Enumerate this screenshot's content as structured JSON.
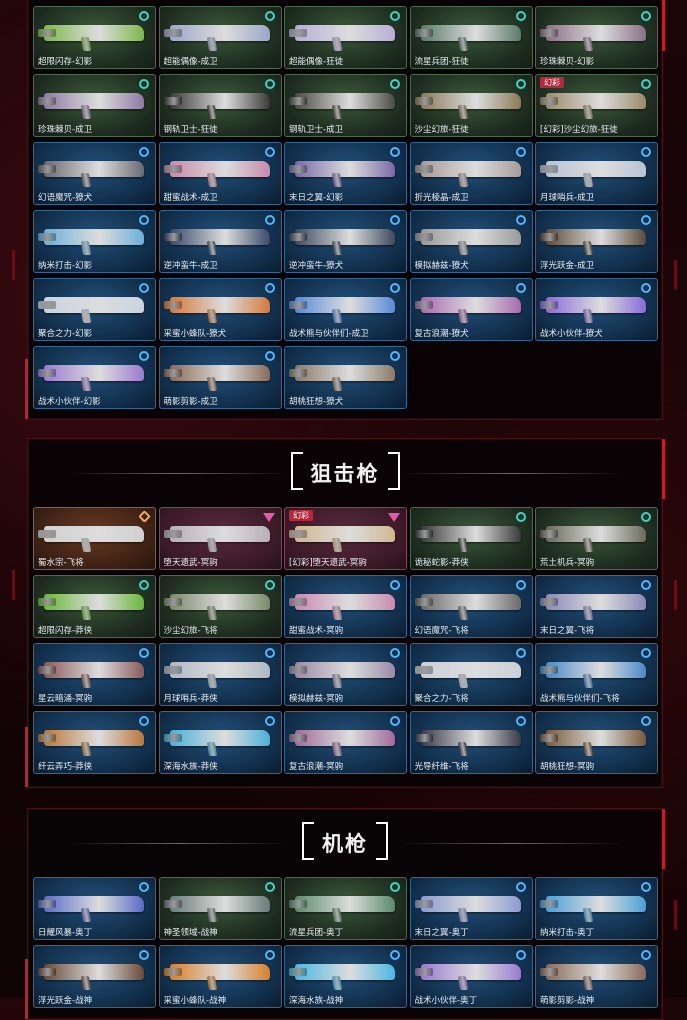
{
  "sections": [
    {
      "title": "",
      "cards": [
        {
          "name": "超限闪存-幻影",
          "tier": "green",
          "tag": "",
          "badge": "circle",
          "color": "#7fb84a"
        },
        {
          "name": "超能偶像-成卫",
          "tier": "green",
          "tag": "",
          "badge": "circle",
          "color": "#9aa6c8"
        },
        {
          "name": "超能偶像-狂徒",
          "tier": "green",
          "tag": "",
          "badge": "circle",
          "color": "#b6aed6"
        },
        {
          "name": "流星兵团-狂徒",
          "tier": "green",
          "tag": "",
          "badge": "circle",
          "color": "#5b7a6a"
        },
        {
          "name": "珍珠棘贝-幻影",
          "tier": "green",
          "tag": "",
          "badge": "circle",
          "color": "#8a6f86"
        },
        {
          "name": "珍珠棘贝-成卫",
          "tier": "green",
          "tag": "",
          "badge": "circle",
          "color": "#8d7aa3"
        },
        {
          "name": "钢轨卫士-狂徒",
          "tier": "green",
          "tag": "",
          "badge": "circle",
          "color": "#3a3a3a"
        },
        {
          "name": "钢轨卫士-成卫",
          "tier": "green",
          "tag": "",
          "badge": "circle",
          "color": "#4a4a46"
        },
        {
          "name": "沙尘幻旅-狂徒",
          "tier": "green",
          "tag": "",
          "badge": "circle",
          "color": "#8a7a5a"
        },
        {
          "name": "[幻彩]沙尘幻旅-狂徒",
          "tier": "green",
          "tag": "幻彩",
          "badge": "circle",
          "color": "#9a8a6a"
        },
        {
          "name": "幻语魔咒-獠犬",
          "tier": "blue",
          "tag": "",
          "badge": "circle",
          "color": "#6a6a72"
        },
        {
          "name": "甜蜜战术-成卫",
          "tier": "blue",
          "tag": "",
          "badge": "circle",
          "color": "#c88aa8"
        },
        {
          "name": "末日之翼-幻影",
          "tier": "blue",
          "tag": "",
          "badge": "circle",
          "color": "#7a6aa8"
        },
        {
          "name": "折光棱晶-成卫",
          "tier": "blue",
          "tag": "",
          "badge": "circle",
          "color": "#a89a9a"
        },
        {
          "name": "月球哨兵-成卫",
          "tier": "blue",
          "tag": "",
          "badge": "circle",
          "color": "#b8c4d4"
        },
        {
          "name": "纳米打击-幻影",
          "tier": "blue",
          "tag": "",
          "badge": "circle",
          "color": "#6ab0d8"
        },
        {
          "name": "逆冲蛮牛-成卫",
          "tier": "blue",
          "tag": "",
          "badge": "circle",
          "color": "#3a4a6a"
        },
        {
          "name": "逆冲蛮牛-獠犬",
          "tier": "blue",
          "tag": "",
          "badge": "circle",
          "color": "#3c4a5e"
        },
        {
          "name": "模拟赫兹-獠犬",
          "tier": "blue",
          "tag": "",
          "badge": "circle",
          "color": "#9a9a9a"
        },
        {
          "name": "浮光跃金-成卫",
          "tier": "blue",
          "tag": "",
          "badge": "circle",
          "color": "#5a4a3a"
        },
        {
          "name": "聚合之力-幻影",
          "tier": "blue",
          "tag": "",
          "badge": "circle",
          "color": "#c8d4e0"
        },
        {
          "name": "采蜜小蜂队-獠犬",
          "tier": "blue",
          "tag": "",
          "badge": "circle",
          "color": "#d47a3a"
        },
        {
          "name": "战术熊与伙伴们-成卫",
          "tier": "blue",
          "tag": "",
          "badge": "circle",
          "color": "#5a8ad8"
        },
        {
          "name": "复古浪潮-獠犬",
          "tier": "blue",
          "tag": "",
          "badge": "circle",
          "color": "#a86ab0"
        },
        {
          "name": "战术小伙伴-獠犬",
          "tier": "blue",
          "tag": "",
          "badge": "circle",
          "color": "#8a6ad8"
        },
        {
          "name": "战术小伙伴-幻影",
          "tier": "blue",
          "tag": "",
          "badge": "circle",
          "color": "#9a7ad0"
        },
        {
          "name": "萌影剪影-成卫",
          "tier": "blue",
          "tag": "",
          "badge": "circle",
          "color": "#8a6a5a"
        },
        {
          "name": "胡桃狂想-獠犬",
          "tier": "blue",
          "tag": "",
          "badge": "circle",
          "color": "#8a7a6a"
        }
      ]
    },
    {
      "title": "狙击枪",
      "cards": [
        {
          "name": "蜀水宗-飞将",
          "tier": "orange",
          "tag": "",
          "badge": "hex",
          "color": "#d0d0d0"
        },
        {
          "name": "堕天遗武-冥驹",
          "tier": "pink",
          "tag": "",
          "badge": "tri",
          "color": "#b8b0b8"
        },
        {
          "name": "[幻彩]堕天遗武-冥驹",
          "tier": "pink",
          "tag": "幻彩",
          "badge": "tri",
          "color": "#d0b890"
        },
        {
          "name": "诡秘蛇影-莽侠",
          "tier": "green",
          "tag": "",
          "badge": "circle",
          "color": "#3a3a3a"
        },
        {
          "name": "荒土机兵-冥驹",
          "tier": "green",
          "tag": "",
          "badge": "circle",
          "color": "#6a6a5a"
        },
        {
          "name": "超限闪存-莽侠",
          "tier": "green",
          "tag": "",
          "badge": "circle",
          "color": "#6ab83a"
        },
        {
          "name": "沙尘幻旅-飞将",
          "tier": "green",
          "tag": "",
          "badge": "circle",
          "color": "#7a8a6a"
        },
        {
          "name": "甜蜜战术-冥驹",
          "tier": "blue",
          "tag": "",
          "badge": "circle",
          "color": "#c88ab0"
        },
        {
          "name": "幻语魔咒-飞将",
          "tier": "blue",
          "tag": "",
          "badge": "circle",
          "color": "#6a6a6a"
        },
        {
          "name": "末日之翼-飞将",
          "tier": "blue",
          "tag": "",
          "badge": "circle",
          "color": "#8a8ab8"
        },
        {
          "name": "星云暗涌-冥驹",
          "tier": "blue",
          "tag": "",
          "badge": "circle",
          "color": "#8a5a5a"
        },
        {
          "name": "月球哨兵-莽侠",
          "tier": "blue",
          "tag": "",
          "badge": "circle",
          "color": "#b0b8c4"
        },
        {
          "name": "模拟赫兹-冥驹",
          "tier": "blue",
          "tag": "",
          "badge": "circle",
          "color": "#9a8aa8"
        },
        {
          "name": "聚合之力-飞将",
          "tier": "blue",
          "tag": "",
          "badge": "circle",
          "color": "#c8d0d8"
        },
        {
          "name": "战术熊与伙伴们-飞将",
          "tier": "blue",
          "tag": "",
          "badge": "circle",
          "color": "#4a8ac8"
        },
        {
          "name": "纤云弄巧-莽侠",
          "tier": "blue",
          "tag": "",
          "badge": "circle",
          "color": "#b8783a"
        },
        {
          "name": "深海水族-莽侠",
          "tier": "blue",
          "tag": "",
          "badge": "circle",
          "color": "#4ab0d8"
        },
        {
          "name": "复古浪潮-冥驹",
          "tier": "blue",
          "tag": "",
          "badge": "circle",
          "color": "#a06a9a"
        },
        {
          "name": "光导纤维-飞将",
          "tier": "blue",
          "tag": "",
          "badge": "circle",
          "color": "#3a3a4a"
        },
        {
          "name": "胡桃狂想-冥驹",
          "tier": "blue",
          "tag": "",
          "badge": "circle",
          "color": "#7a5a3a"
        }
      ]
    },
    {
      "title": "机枪",
      "cards": [
        {
          "name": "日耀风暴-奥丁",
          "tier": "blue",
          "tag": "",
          "badge": "circle",
          "color": "#5a6ac8"
        },
        {
          "name": "神圣领域-战神",
          "tier": "green",
          "tag": "",
          "badge": "circle",
          "color": "#6a7a7a"
        },
        {
          "name": "流星兵团-奥丁",
          "tier": "green",
          "tag": "",
          "badge": "circle",
          "color": "#5a8a6a"
        },
        {
          "name": "末日之翼-奥丁",
          "tier": "blue",
          "tag": "",
          "badge": "circle",
          "color": "#8a9ad0"
        },
        {
          "name": "纳米打击-奥丁",
          "tier": "blue",
          "tag": "",
          "badge": "circle",
          "color": "#4aa0d8"
        },
        {
          "name": "浮光跃金-战神",
          "tier": "blue",
          "tag": "",
          "badge": "circle",
          "color": "#6a4a3a"
        },
        {
          "name": "采蜜小蜂队-战神",
          "tier": "blue",
          "tag": "",
          "badge": "circle",
          "color": "#d8802a"
        },
        {
          "name": "深海水族-战神",
          "tier": "blue",
          "tag": "",
          "badge": "circle",
          "color": "#4ab8e0"
        },
        {
          "name": "战术小伙伴-奥丁",
          "tier": "blue",
          "tag": "",
          "badge": "circle",
          "color": "#9a7ad0"
        },
        {
          "name": "萌影剪影-战神",
          "tier": "blue",
          "tag": "",
          "badge": "circle",
          "color": "#8a6a5a"
        }
      ]
    }
  ]
}
